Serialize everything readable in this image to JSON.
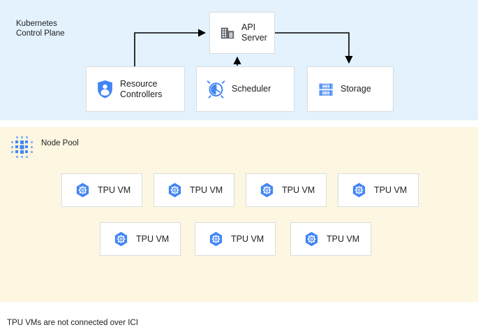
{
  "colors": {
    "control_plane_bg": "#e3f2fd",
    "node_pool_bg": "#fdf6e0",
    "box_bg": "#ffffff",
    "box_border": "#dadce0",
    "accent_blue": "#4285f4",
    "accent_blue_light": "#8ab4f8",
    "icon_gray": "#5f6368",
    "text": "#202124",
    "edge": "#000000"
  },
  "control_plane": {
    "title": "Kubernetes\nControl Plane",
    "boxes": [
      {
        "id": "api-server",
        "label": "API\nServer",
        "icon": "building-icon"
      },
      {
        "id": "resource-controllers",
        "label": "Resource\nControllers",
        "icon": "shield-person-icon"
      },
      {
        "id": "scheduler",
        "label": "Scheduler",
        "icon": "alarm-clock-icon"
      },
      {
        "id": "storage",
        "label": "Storage",
        "icon": "server-rack-icon"
      }
    ],
    "edges": [
      {
        "from": "resource-controllers",
        "to": "api-server",
        "style": "elbow-up-right",
        "arrowhead": "end"
      },
      {
        "from": "scheduler",
        "to": "api-server",
        "style": "straight-up",
        "arrowhead": "end"
      },
      {
        "from": "api-server",
        "to": "storage",
        "style": "elbow-right-down",
        "arrowhead": "end"
      }
    ]
  },
  "node_pool": {
    "title": "Node Pool",
    "icon": "node-pool-dots-icon",
    "rows": [
      {
        "vms": [
          {
            "label": "TPU VM",
            "icon": "tpu-hex-gear-icon"
          },
          {
            "label": "TPU VM",
            "icon": "tpu-hex-gear-icon"
          },
          {
            "label": "TPU VM",
            "icon": "tpu-hex-gear-icon"
          },
          {
            "label": "TPU VM",
            "icon": "tpu-hex-gear-icon"
          }
        ]
      },
      {
        "vms": [
          {
            "label": "TPU VM",
            "icon": "tpu-hex-gear-icon"
          },
          {
            "label": "TPU VM",
            "icon": "tpu-hex-gear-icon"
          },
          {
            "label": "TPU VM",
            "icon": "tpu-hex-gear-icon"
          }
        ]
      }
    ]
  },
  "footnote": "TPU VMs are not connected over ICI"
}
